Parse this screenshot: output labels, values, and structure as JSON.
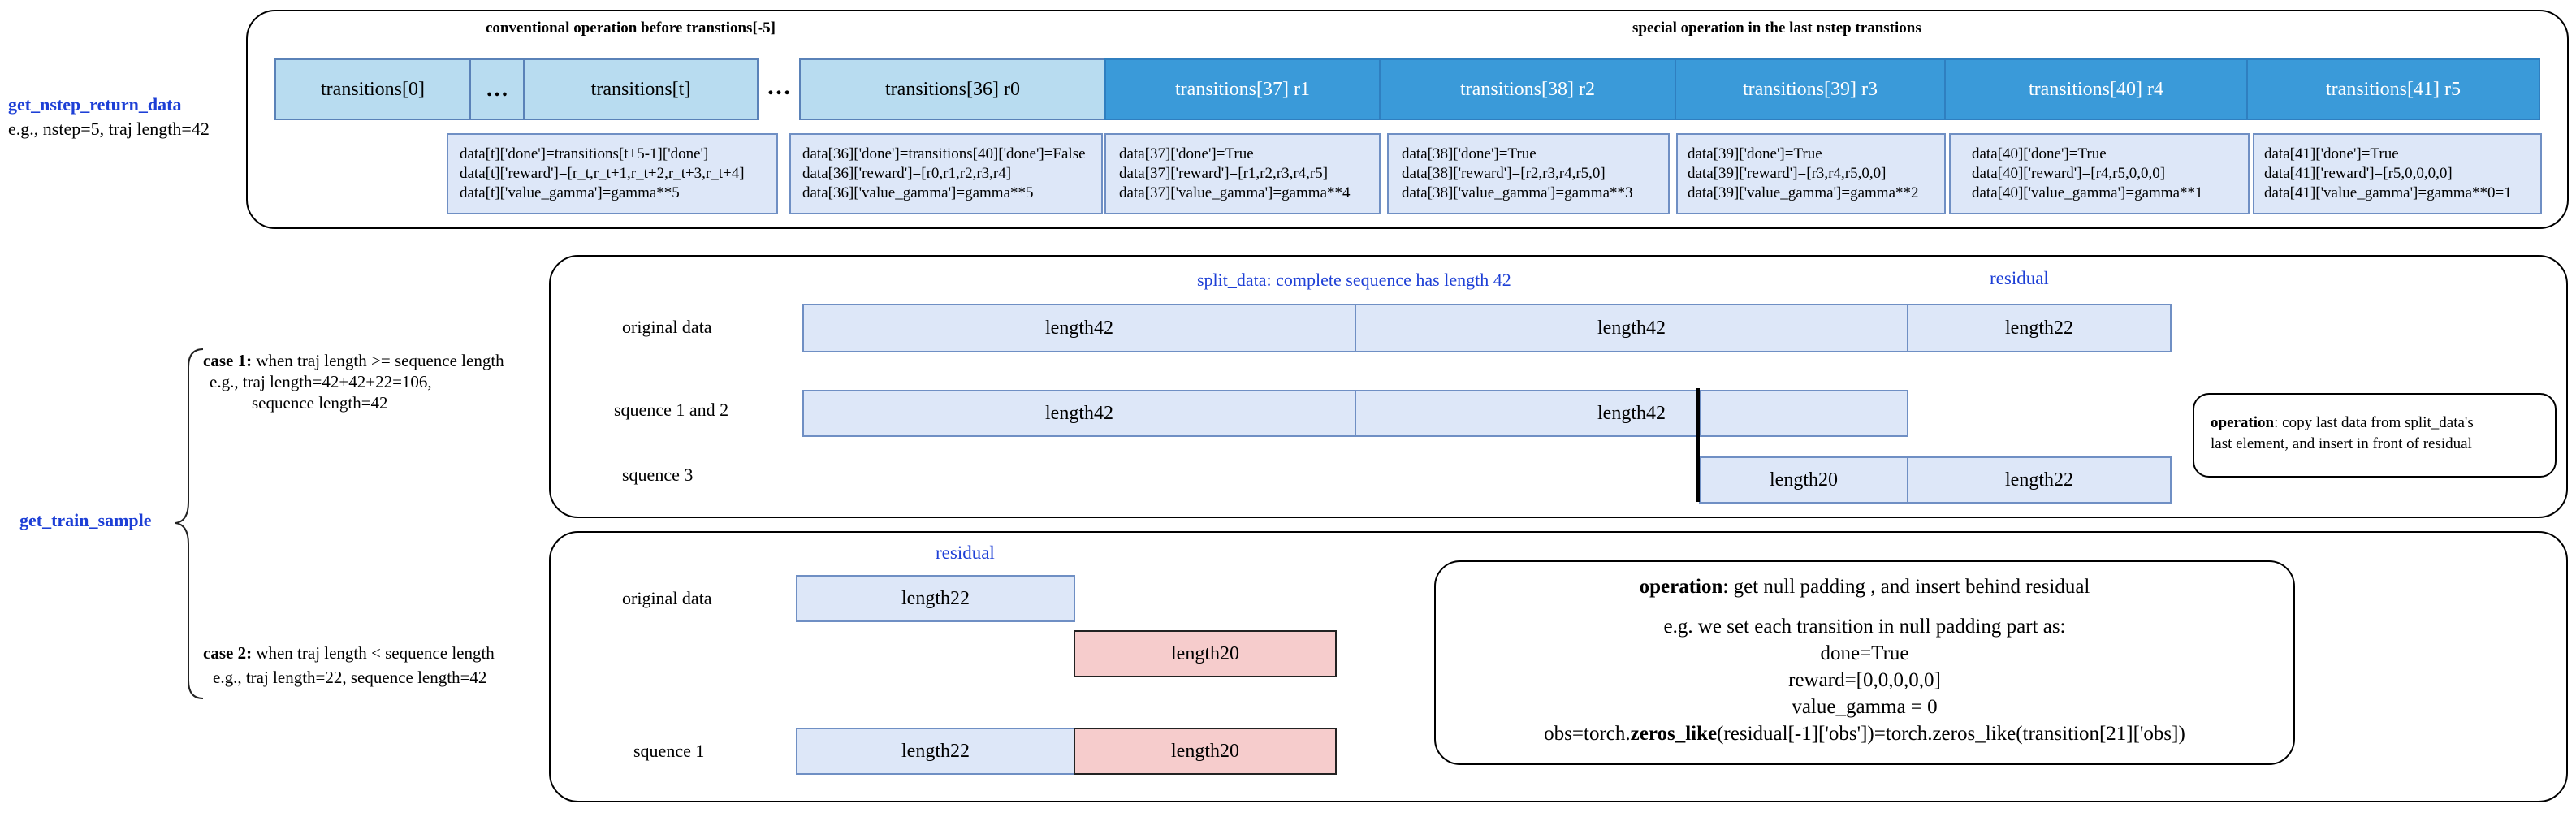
{
  "top": {
    "func_name": "get_nstep_return_data",
    "example": "e.g., nstep=5, traj length=42",
    "header_left": "conventional operation before transtions[-5]",
    "header_right": "special operation in the last nstep transtions",
    "cells": [
      "transitions[0]",
      "…",
      "transitions[t]",
      "…",
      "transitions[36] r0",
      "transitions[37] r1",
      "transitions[38] r2",
      "transitions[39] r3",
      "transitions[40] r4",
      "transitions[41] r5"
    ],
    "notes": [
      [
        "data[t]['done']=transitions[t+5-1]['done']",
        "data[t]['reward']=[r_t,r_t+1,r_t+2,r_t+3,r_t+4]",
        "data[t]['value_gamma']=gamma**5"
      ],
      [
        "data[36]['done']=transitions[40]['done']=False",
        "data[36]['reward']=[r0,r1,r2,r3,r4]",
        "data[36]['value_gamma']=gamma**5"
      ],
      [
        "data[37]['done']=True",
        "data[37]['reward']=[r1,r2,r3,r4,r5]",
        "data[37]['value_gamma']=gamma**4"
      ],
      [
        "data[38]['done']=True",
        "data[38]['reward']=[r2,r3,r4,r5,0]",
        "data[38]['value_gamma']=gamma**3"
      ],
      [
        "data[39]['done']=True",
        "data[39]['reward']=[r3,r4,r5,0,0]",
        "data[39]['value_gamma']=gamma**2"
      ],
      [
        "data[40]['done']=True",
        "data[40]['reward']=[r4,r5,0,0,0]",
        "data[40]['value_gamma']=gamma**1"
      ],
      [
        "data[41]['done']=True",
        "data[41]['reward']=[r5,0,0,0,0]",
        "data[41]['value_gamma']=gamma**0=1"
      ]
    ]
  },
  "train": {
    "func_name": "get_train_sample",
    "case1": {
      "title_bold": "case 1:",
      "title_rest": " when traj length >= sequence length",
      "line2": "e.g.,  traj length=42+42+22=106,",
      "line3": "sequence length=42"
    },
    "case2": {
      "title_bold": "case 2:",
      "title_rest": "  when traj length < sequence length",
      "line2": "e.g.,   traj length=22, sequence length=42"
    }
  },
  "panel1": {
    "split_label": "split_data: complete sequence has length 42",
    "residual_label": "residual",
    "row_original": "original data",
    "row_seq12": "squence 1 and 2",
    "row_seq3": "squence 3",
    "orig_cells": [
      "length42",
      "length42",
      "length22"
    ],
    "seq12_cells": [
      "length42",
      "length42",
      ""
    ],
    "seq3_cells": [
      "length20",
      "length22"
    ],
    "op_bold": "operation",
    "op_text": ": copy last data from split_data's",
    "op_text2": "last element, and insert in front of residual"
  },
  "panel2": {
    "residual_label": "residual",
    "row_original": "original data",
    "row_seq1": "squence 1",
    "orig_cell": "length22",
    "pad_cell": "length20",
    "seq_cells": [
      "length22",
      "length20"
    ],
    "op_bold": "operation",
    "op_text": ": get null padding , and insert behind residual",
    "lines": [
      "e.g. we set each transition in null padding part as:",
      "done=True",
      "reward=[0,0,0,0,0]",
      "value_gamma = 0"
    ],
    "obs_pre": "obs=torch.",
    "obs_bold": "zeros_like",
    "obs_post": "(residual[-1]['obs'])=torch.zeros_like(transition[21]['obs])"
  }
}
